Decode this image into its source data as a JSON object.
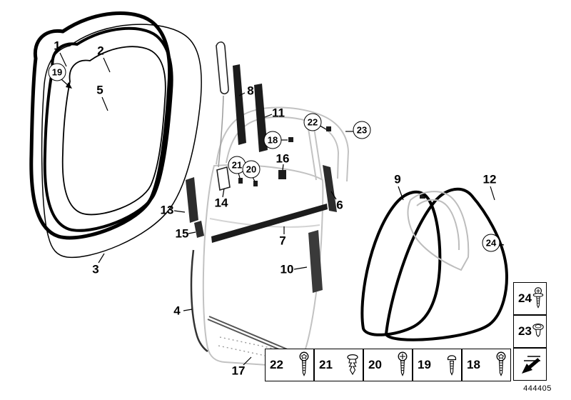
{
  "figure": {
    "id": "444405"
  },
  "colors": {
    "line": "#000000",
    "door_gray": "#c2c2c2"
  },
  "labels": [
    {
      "number": "1"
    },
    {
      "number": "2"
    },
    {
      "number": "19"
    },
    {
      "number": "5"
    },
    {
      "number": "8"
    },
    {
      "number": "11"
    },
    {
      "number": "22"
    },
    {
      "number": "18"
    },
    {
      "number": "23"
    },
    {
      "number": "16"
    },
    {
      "number": "21"
    },
    {
      "number": "20"
    },
    {
      "number": "14"
    },
    {
      "number": "13"
    },
    {
      "number": "6"
    },
    {
      "number": "9"
    },
    {
      "number": "12"
    },
    {
      "number": "15"
    },
    {
      "number": "7"
    },
    {
      "number": "24"
    },
    {
      "number": "10"
    },
    {
      "number": "3"
    },
    {
      "number": "4"
    },
    {
      "number": "17"
    }
  ],
  "legend": {
    "bottom_row": [
      {
        "number": "22",
        "icon": "countersunk-torx-screw"
      },
      {
        "number": "21",
        "icon": "expansion-rivet-clip"
      },
      {
        "number": "20",
        "icon": "pan-head-screw"
      },
      {
        "number": "19",
        "icon": "round-head-screw"
      },
      {
        "number": "18",
        "icon": "torx-pan-head-screw"
      }
    ],
    "right_column": [
      {
        "number": "24",
        "icon": "screw-with-washer"
      },
      {
        "number": "23",
        "icon": "grommet-rivet"
      },
      {
        "number": "",
        "icon": "direction-arrow"
      }
    ]
  }
}
